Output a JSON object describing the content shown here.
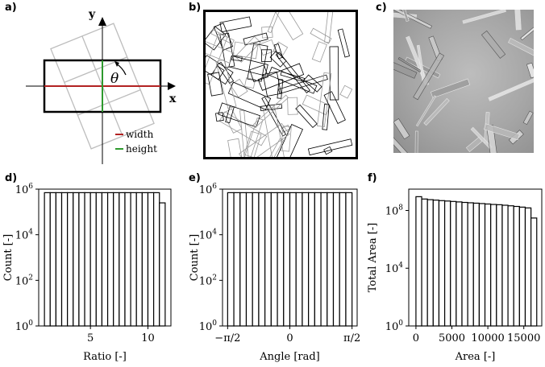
{
  "panels": {
    "a": "a)",
    "b": "b)",
    "c": "c)",
    "d": "d)",
    "e": "e)",
    "f": "f)"
  },
  "diagram": {
    "axis_x": "x",
    "axis_y": "y",
    "angle_symbol": "θ",
    "legend_width": "width",
    "legend_height": "height",
    "width_color": "#b22222",
    "height_color": "#2e9a2e"
  },
  "chart_data": [
    {
      "panel": "d",
      "type": "bar",
      "xlabel": "Ratio [-]",
      "ylabel": "Count [-]",
      "yscale": "log",
      "ylim": [
        1,
        1000000
      ],
      "yticks": [
        "10^0",
        "10^2",
        "10^4",
        "10^6"
      ],
      "xlim": [
        0.5,
        12
      ],
      "xticks": [
        "5",
        "10"
      ],
      "bin_start": 1,
      "bin_width": 0.5,
      "values": [
        700000,
        700000,
        700000,
        700000,
        700000,
        700000,
        700000,
        700000,
        700000,
        700000,
        700000,
        700000,
        700000,
        700000,
        700000,
        700000,
        700000,
        700000,
        700000,
        700000,
        250000
      ]
    },
    {
      "panel": "e",
      "type": "bar",
      "xlabel": "Angle [rad]",
      "ylabel": "Count [-]",
      "yscale": "log",
      "ylim": [
        1,
        1000000
      ],
      "yticks": [
        "10^0",
        "10^2",
        "10^4",
        "10^6"
      ],
      "xlim": [
        -1.7,
        1.7
      ],
      "xticks": [
        "−π/2",
        "0",
        "π/2"
      ],
      "bin_start": -1.5708,
      "bin_width": 0.15708,
      "values": [
        700000,
        700000,
        700000,
        700000,
        700000,
        700000,
        700000,
        700000,
        700000,
        700000,
        700000,
        700000,
        700000,
        700000,
        700000,
        700000,
        700000,
        700000,
        700000,
        700000
      ]
    },
    {
      "panel": "f",
      "type": "bar",
      "xlabel": "Area [-]",
      "ylabel": "Total Area [-]",
      "yscale": "log",
      "ylim": [
        1,
        3000000000
      ],
      "yticks": [
        "10^0",
        "10^4",
        "10^8"
      ],
      "xlim": [
        -1000,
        17500
      ],
      "xticks": [
        "0",
        "5000",
        "10000",
        "15000"
      ],
      "bin_start": 0,
      "bin_width": 800,
      "values": [
        900000000,
        620000000,
        560000000,
        520000000,
        480000000,
        450000000,
        420000000,
        390000000,
        360000000,
        340000000,
        320000000,
        300000000,
        280000000,
        260000000,
        250000000,
        230000000,
        210000000,
        190000000,
        170000000,
        150000000,
        30000000
      ]
    }
  ]
}
